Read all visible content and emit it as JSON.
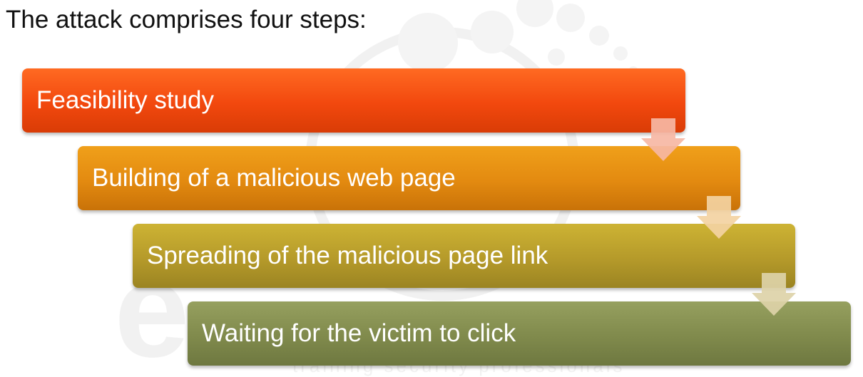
{
  "heading": "The attack comprises four steps:",
  "steps": [
    {
      "label": "Feasibility study",
      "color": "#f2480e"
    },
    {
      "label": "Building of a malicious web page",
      "color": "#e38a10"
    },
    {
      "label": "Spreading of the malicious page link",
      "color": "#b59a2a"
    },
    {
      "label": "Waiting for the victim to click",
      "color": "#808a4c"
    }
  ],
  "arrow_colors": [
    "#f6b7a4",
    "#f3d2a2",
    "#ddd3a8"
  ],
  "connector_icon": "down-arrow-icon"
}
